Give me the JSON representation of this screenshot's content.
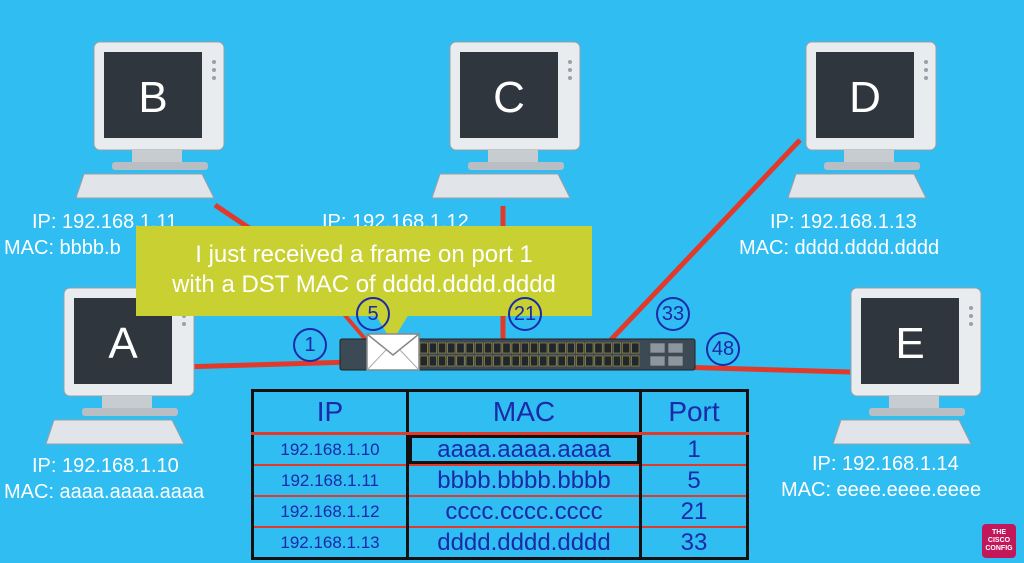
{
  "hosts": [
    {
      "id": "B",
      "letter": "B",
      "ip": "IP: 192.168.1.11",
      "mac": "MAC: bbbb.b"
    },
    {
      "id": "C",
      "letter": "C",
      "ip": "IP: 192.168.1.12",
      "mac": ""
    },
    {
      "id": "D",
      "letter": "D",
      "ip": "IP: 192.168.1.13",
      "mac": "MAC: dddd.dddd.dddd"
    },
    {
      "id": "A",
      "letter": "A",
      "ip": "IP: 192.168.1.10",
      "mac": "MAC: aaaa.aaaa.aaaa"
    },
    {
      "id": "E",
      "letter": "E",
      "ip": "IP: 192.168.1.14",
      "mac": "MAC: eeee.eeee.eeee"
    }
  ],
  "callout": {
    "line1": "I just received a frame on port 1",
    "line2": "with a DST MAC of  dddd.dddd.dddd"
  },
  "ports": [
    "1",
    "5",
    "21",
    "33",
    "48"
  ],
  "mac_table": {
    "headers": [
      "IP",
      "MAC",
      "Port"
    ],
    "rows": [
      {
        "ip": "192.168.1.10",
        "mac": "aaaa.aaaa.aaaa",
        "port": "1"
      },
      {
        "ip": "192.168.1.11",
        "mac": "bbbb.bbbb.bbbb",
        "port": "5"
      },
      {
        "ip": "192.168.1.12",
        "mac": "cccc.cccc.cccc",
        "port": "21"
      },
      {
        "ip": "192.168.1.13",
        "mac": "dddd.dddd.dddd",
        "port": "33"
      }
    ]
  },
  "logo": {
    "line1": "THE",
    "line2": "CISCO",
    "line3": "CONFIG"
  },
  "colors": {
    "background": "#2fbdf2",
    "wire": "#e23a2a",
    "callout": "#c8d032",
    "table_text": "#1a2aa8",
    "port_circle": "#1a2aa8"
  }
}
